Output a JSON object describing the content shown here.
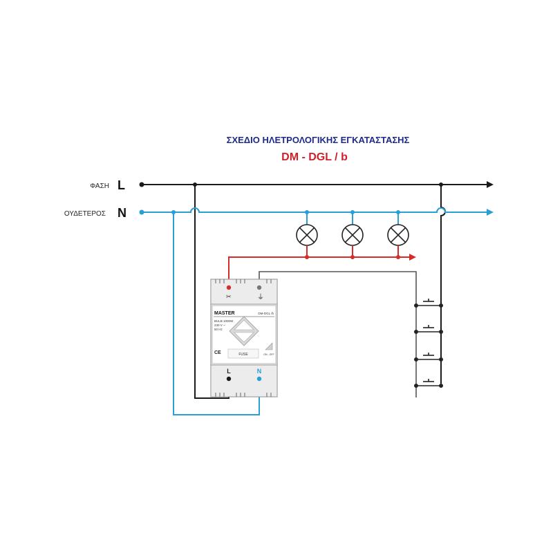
{
  "title": {
    "line1": "ΣΧΕΔΙΟ ΗΛΕΤΡΟΛΟΓΙΚΗΣ ΕΓΚΑΤΑΣΤΑΣΗΣ",
    "line2": "DM - DGL / b"
  },
  "lines": {
    "phase": {
      "name": "ΦΑΣΗ",
      "letter": "L"
    },
    "neutral": {
      "name": "ΟΥΔΕΤΕΡΟΣ",
      "letter": "N"
    }
  },
  "device": {
    "brand": "MASTER",
    "model": "DM-DGL /b",
    "spec1": "BULB 1000W",
    "spec2": "230 V ~",
    "spec3": "50 Hz",
    "ce": "CE",
    "fuse": "FUSE",
    "switch": "ON - OFF",
    "term_l": "L",
    "term_n": "N"
  },
  "colors": {
    "phase": "#1a1a1a",
    "neutral": "#2a9fd6",
    "switched": "#d62b2b",
    "control": "#555555",
    "title_blue": "#1d2a8a",
    "title_red": "#d01f2a"
  }
}
